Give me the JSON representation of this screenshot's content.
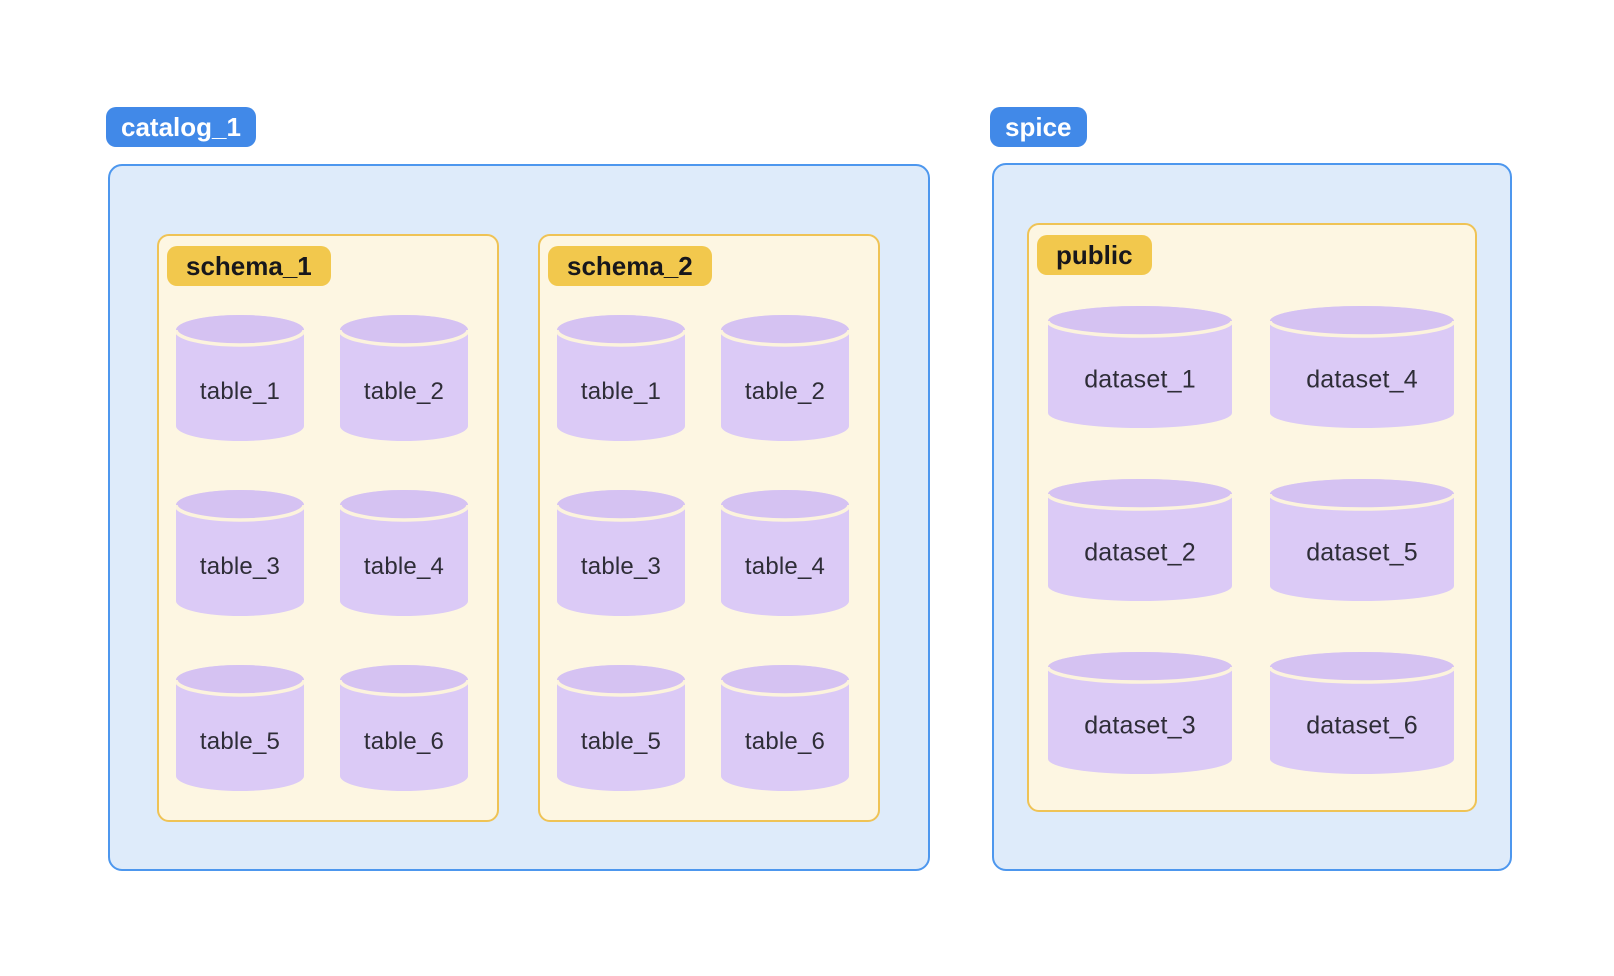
{
  "palette": {
    "blue_pill_bg": "#4189E8",
    "blue_pill_text": "#FFFFFF",
    "blue_box_bg": "#DEEBFA",
    "blue_box_border": "#4D97EE",
    "gold_pill_bg": "#F2C84D",
    "gold_pill_text": "#17171C",
    "cream_box_bg": "#FDF6E2",
    "cream_box_border": "#EFC355",
    "cylinder_body": "#DBCAF6",
    "cylinder_cap": "#D5C2F2",
    "cylinder_rim": "#FCF3DD",
    "cylinder_text": "#2E2D37"
  },
  "diagram": {
    "groups": [
      {
        "label": "catalog_1",
        "containers": [
          {
            "label": "schema_1",
            "item_type": "table",
            "items": [
              "table_1",
              "table_2",
              "table_3",
              "table_4",
              "table_5",
              "table_6"
            ]
          },
          {
            "label": "schema_2",
            "item_type": "table",
            "items": [
              "table_1",
              "table_2",
              "table_3",
              "table_4",
              "table_5",
              "table_6"
            ]
          }
        ]
      },
      {
        "label": "spice",
        "containers": [
          {
            "label": "public",
            "item_type": "dataset",
            "items": [
              "dataset_1",
              "dataset_4",
              "dataset_2",
              "dataset_5",
              "dataset_3",
              "dataset_6"
            ]
          }
        ]
      }
    ]
  }
}
